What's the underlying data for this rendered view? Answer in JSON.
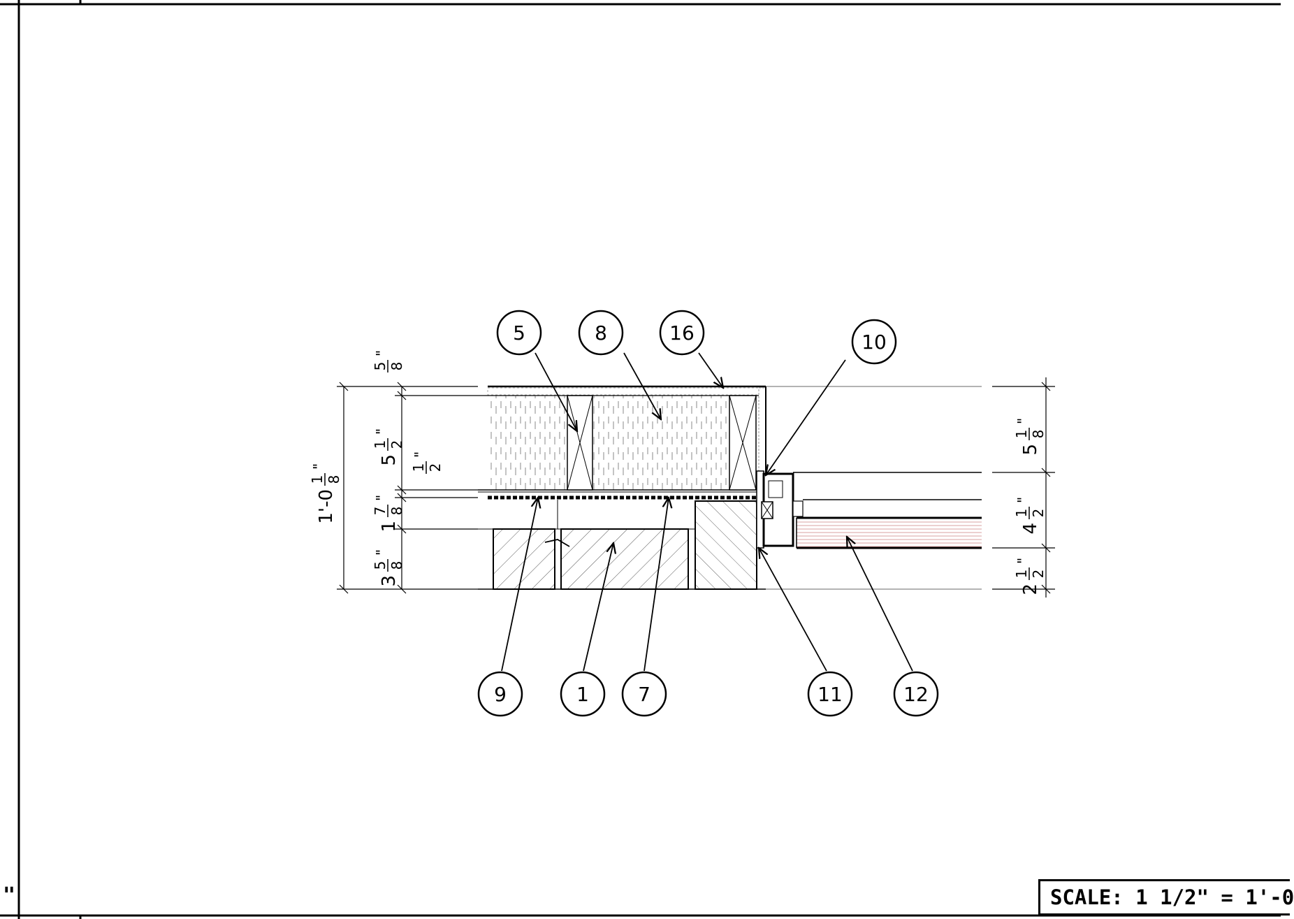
{
  "title_block": {
    "scale_label": "SCALE: 1 1/2\" = 1'-0",
    "left_fragment": "\""
  },
  "callouts": [
    {
      "id": "c5",
      "label": "5"
    },
    {
      "id": "c8",
      "label": "8"
    },
    {
      "id": "c16",
      "label": "16"
    },
    {
      "id": "c10",
      "label": "10"
    },
    {
      "id": "c9",
      "label": "9"
    },
    {
      "id": "c1",
      "label": "1"
    },
    {
      "id": "c7",
      "label": "7"
    },
    {
      "id": "c11",
      "label": "11"
    },
    {
      "id": "c12",
      "label": "12"
    }
  ],
  "dimensions": {
    "left_overall": {
      "whole": "1'-0",
      "num": "1",
      "den": "8"
    },
    "left_a": {
      "whole": "",
      "num": "5",
      "den": "8"
    },
    "left_b": {
      "whole": "5",
      "num": "1",
      "den": "2"
    },
    "left_c": {
      "whole": "",
      "num": "1",
      "den": "2"
    },
    "left_d": {
      "whole": "1",
      "num": "7",
      "den": "8"
    },
    "left_e": {
      "whole": "3",
      "num": "5",
      "den": "8"
    },
    "right_a": {
      "whole": "5",
      "num": "1",
      "den": "8"
    },
    "right_b": {
      "whole": "4",
      "num": "1",
      "den": "2"
    },
    "right_c": {
      "whole": "2",
      "num": "1",
      "den": "2"
    },
    "inch_mark": "\""
  },
  "colors": {
    "line": "#000000",
    "light_line": "#9a9a9a",
    "timber": "#d9a0a0"
  }
}
